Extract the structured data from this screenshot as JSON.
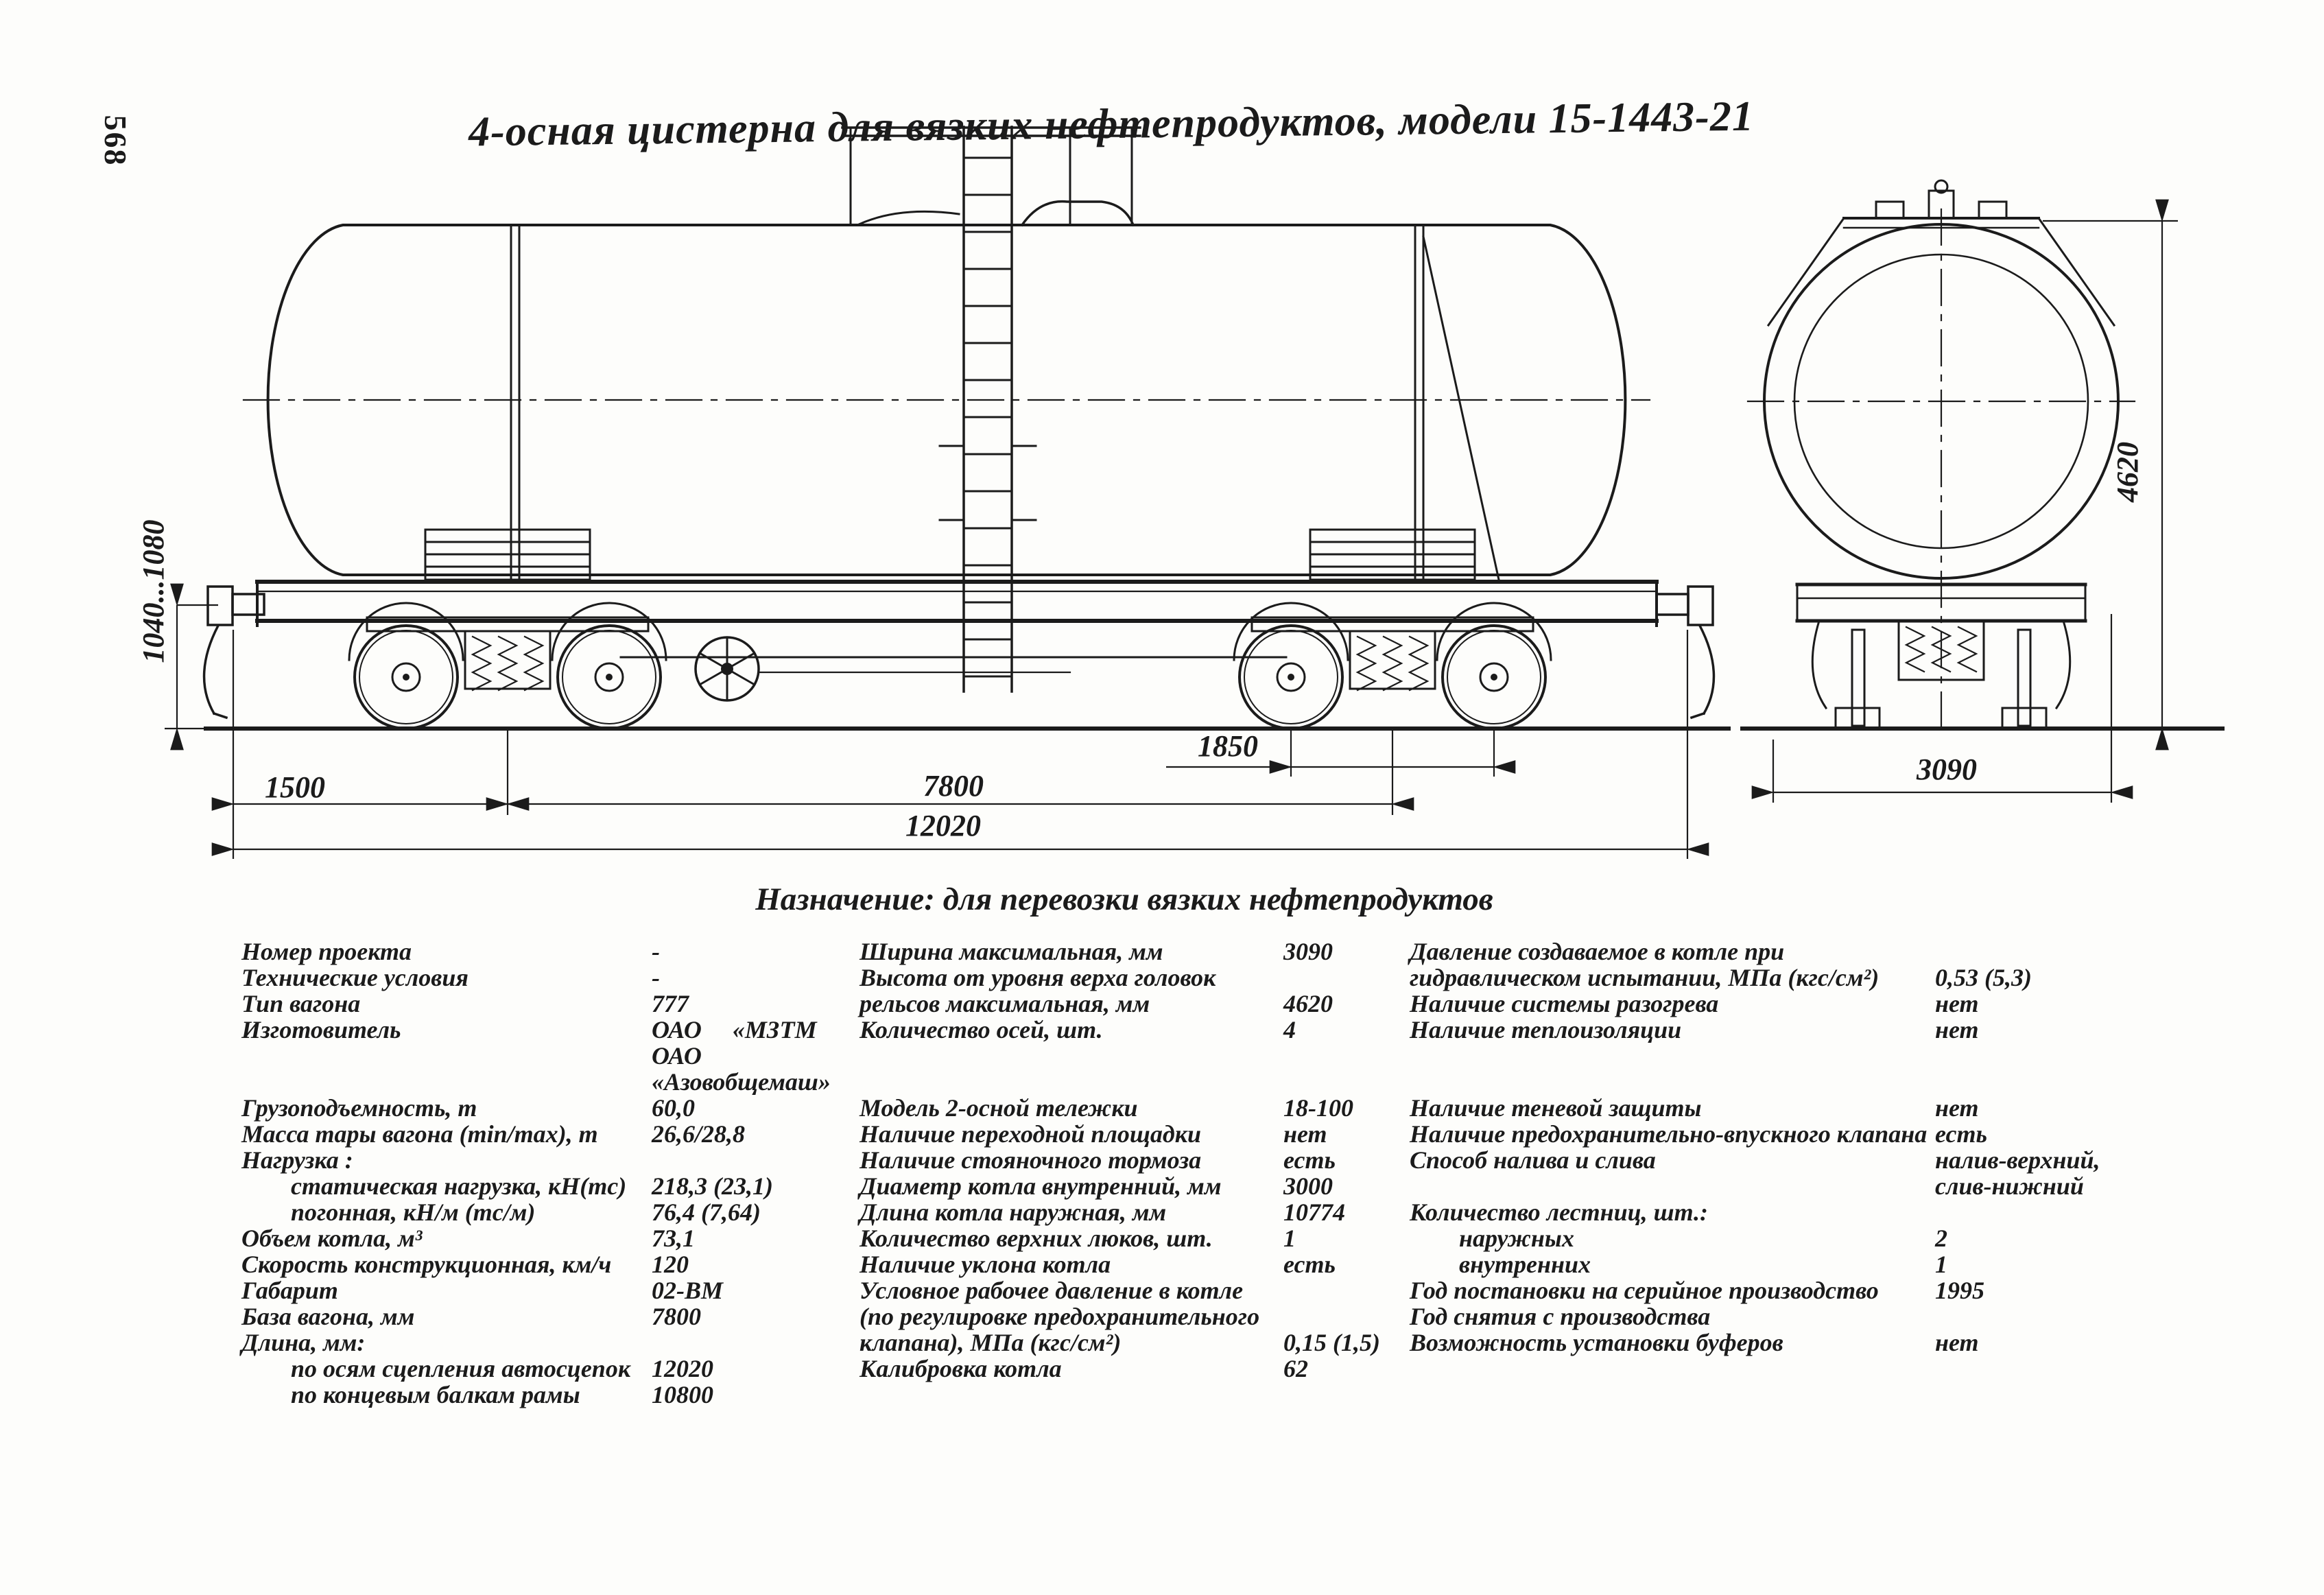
{
  "page": {
    "number": "568"
  },
  "title": "4-осная цистерна для вязких нефтепродуктов, модели 15-1443-21",
  "caption": "Назначение: для перевозки вязких нефтепродуктов",
  "drawing": {
    "dimensions": {
      "coupler_height": "1040...1080",
      "coupler_to_bogie": "1500",
      "bogie_base": "7800",
      "bogie_wheelbase": "1850",
      "coupling_length": "12020",
      "max_width": "3090",
      "max_height": "4620"
    }
  },
  "specs": {
    "col1": [
      {
        "label": "Номер проекта",
        "value": "-"
      },
      {
        "label": "Технические условия",
        "value": "-"
      },
      {
        "label": "Тип вагона",
        "value": "777"
      },
      {
        "label": "Изготовитель",
        "value": "ОАО     «МЗТМ"
      },
      {
        "label": "",
        "value": "ОАО"
      },
      {
        "label": "",
        "value": "«Азовобщемаш»"
      },
      {
        "label": "Грузоподъемность, т",
        "value": "60,0"
      },
      {
        "label": "Масса тары вагона (min/max), т",
        "value": "26,6/28,8"
      },
      {
        "label": "Нагрузка :",
        "value": ""
      },
      {
        "label": "статическая нагрузка, кН(тс)",
        "value": "218,3 (23,1)",
        "indent": true
      },
      {
        "label": "погонная, кН/м (тс/м)",
        "value": "76,4 (7,64)",
        "indent": true
      },
      {
        "label": "Объем котла, м³",
        "value": "73,1"
      },
      {
        "label": "Скорость конструкционная, км/ч",
        "value": "120"
      },
      {
        "label": "Габарит",
        "value": "02-ВМ"
      },
      {
        "label": "База вагона, мм",
        "value": "7800"
      },
      {
        "label": "Длина, мм:",
        "value": ""
      },
      {
        "label": "по осям сцепления автосцепок",
        "value": "12020",
        "indent": true
      },
      {
        "label": "по концевым балкам рамы",
        "value": "10800",
        "indent": true
      }
    ],
    "col2": [
      {
        "label": "Ширина максимальная, мм",
        "value": "3090"
      },
      {
        "label": "Высота от уровня верха головок",
        "value": ""
      },
      {
        "label": "рельсов максимальная, мм",
        "value": "4620"
      },
      {
        "label": "Количество осей, шт.",
        "value": "4"
      },
      {
        "label": "",
        "value": ""
      },
      {
        "label": "",
        "value": ""
      },
      {
        "label": "Модель 2-осной тележки",
        "value": "18-100"
      },
      {
        "label": "Наличие переходной площадки",
        "value": "нет"
      },
      {
        "label": "Наличие стояночного тормоза",
        "value": "есть"
      },
      {
        "label": "Диаметр котла внутренний, мм",
        "value": "3000"
      },
      {
        "label": "Длина котла наружная, мм",
        "value": "10774"
      },
      {
        "label": "Количество верхних люков, шт.",
        "value": "1"
      },
      {
        "label": "Наличие уклона котла",
        "value": "есть"
      },
      {
        "label": "Условное рабочее давление в котле",
        "value": ""
      },
      {
        "label": "(по регулировке предохранительного",
        "value": ""
      },
      {
        "label": "клапана), МПа (кгс/см²)",
        "value": "0,15 (1,5)"
      },
      {
        "label": "Калибровка котла",
        "value": "62"
      }
    ],
    "col3": [
      {
        "label": "Давление создаваемое в котле при",
        "value": ""
      },
      {
        "label": "гидравлическом испытании, МПа (кгс/см²)",
        "value": "0,53 (5,3)"
      },
      {
        "label": "Наличие системы разогрева",
        "value": "нет"
      },
      {
        "label": "Наличие теплоизоляции",
        "value": "нет"
      },
      {
        "label": "",
        "value": ""
      },
      {
        "label": "",
        "value": ""
      },
      {
        "label": "Наличие теневой защиты",
        "value": "нет"
      },
      {
        "label": "Наличие предохранительно-впускного клапана",
        "value": "есть"
      },
      {
        "label": "Способ налива и слива",
        "value": "налив-верхний,"
      },
      {
        "label": "",
        "value": "слив-нижний"
      },
      {
        "label": "Количество лестниц, шт.:",
        "value": ""
      },
      {
        "label": "наружных",
        "value": "2",
        "indent": true
      },
      {
        "label": "внутренних",
        "value": "1",
        "indent": true
      },
      {
        "label": "Год постановки на серийное производство",
        "value": "1995"
      },
      {
        "label": "Год снятия с производства",
        "value": ""
      },
      {
        "label": "Возможность установки буферов",
        "value": "нет"
      }
    ]
  }
}
